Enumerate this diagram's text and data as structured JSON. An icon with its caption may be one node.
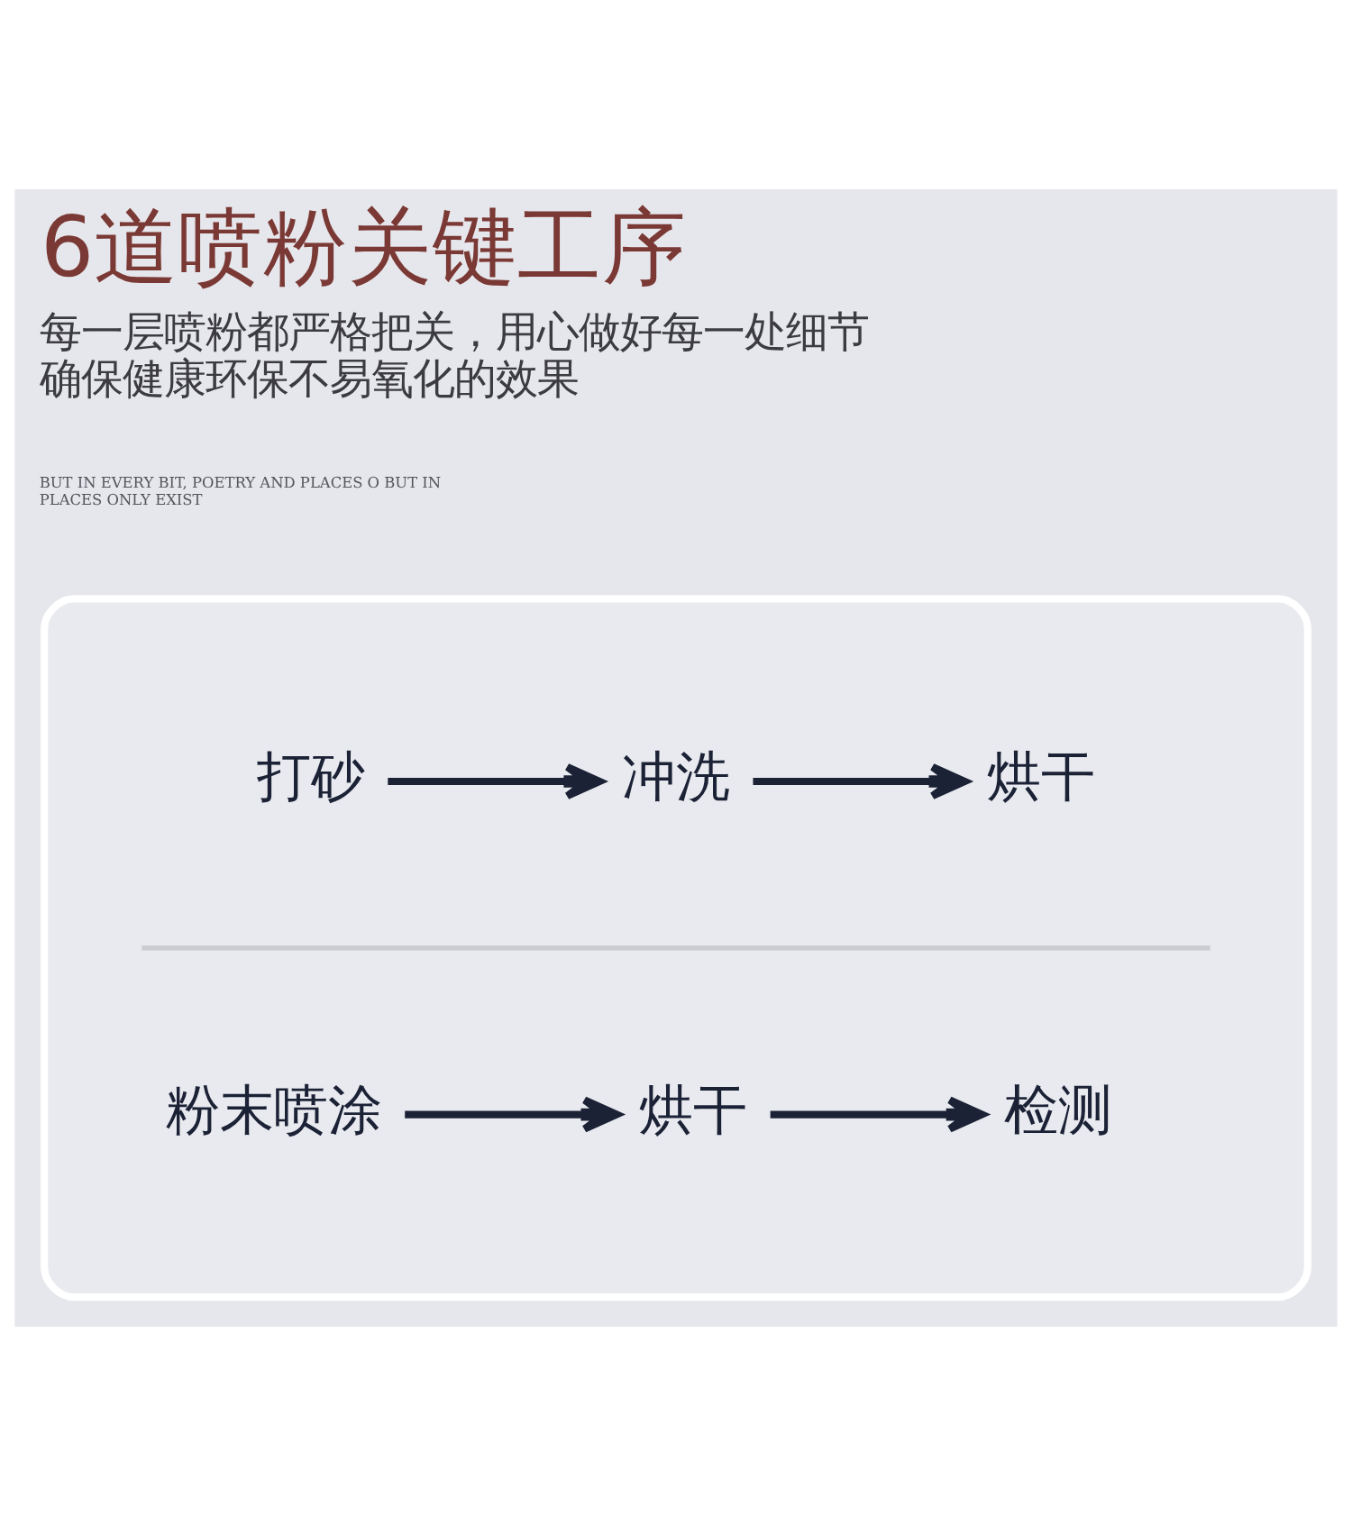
{
  "diagram": {
    "title": "6道喷粉关键工序",
    "nodes": [
      {
        "text": [],
        "shape": "box"
      },
      {
        "text": [
          "打砂"
        ],
        "in": 0
      },
      {
        "text": [
          "冲洗"
        ],
        "in": 0
      },
      {
        "text": [
          "烘干"
        ],
        "in": 0
      },
      {
        "text": [
          "粉末喷涂"
        ],
        "in": 0
      },
      {
        "text": [
          "烘干"
        ],
        "in": 0
      },
      {
        "text": [
          "检测"
        ],
        "in": 0
      }
    ],
    "edges": [
      {
        "from": 1,
        "to": 2,
        "arrow": "to"
      },
      {
        "from": 2,
        "to": 3,
        "arrow": "to"
      },
      {
        "from": 4,
        "to": 5,
        "arrow": "to"
      },
      {
        "from": 5,
        "to": 6,
        "arrow": "to"
      }
    ],
    "labels": [
      "每一层喷粉都严格把关，用心做好每一处细节确保健康环保不易氧化的效果",
      "BUT IN EVERY BIT, POETRY AND PLACES O BUT IN PLACES ONLY EXIST"
    ]
  }
}
